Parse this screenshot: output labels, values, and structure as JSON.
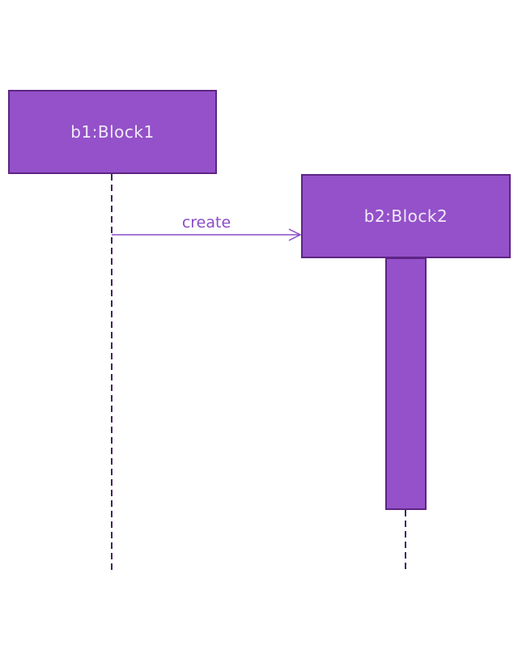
{
  "diagram": {
    "type": "uml-sequence-diagram",
    "background_color": "#ffffff",
    "colors": {
      "block_fill": "#9451c9",
      "block_border": "#5e2484",
      "block_text": "#f1ebf9",
      "lifeline_dash": "#432363",
      "message": "#8a4bc8"
    },
    "lifelines": [
      {
        "id": "b1",
        "label": "b1:Block1"
      },
      {
        "id": "b2",
        "label": "b2:Block2"
      }
    ],
    "messages": [
      {
        "label": "create",
        "from": "b1",
        "to": "b2",
        "kind": "create",
        "arrowhead": "open"
      }
    ],
    "activations": [
      {
        "lifeline": "b2"
      }
    ]
  }
}
